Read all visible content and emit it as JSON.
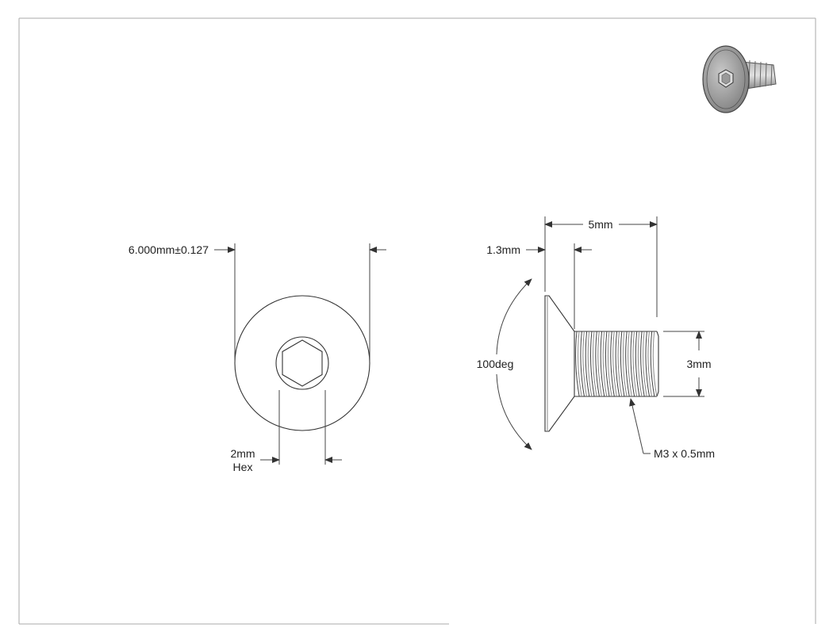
{
  "drawing": {
    "title": "",
    "front_view": {
      "outer_diameter_label": "6.000mm±0.127",
      "hex_size_label": "2mm",
      "hex_sub_label": "Hex"
    },
    "side_view": {
      "length_label": "5mm",
      "head_height_label": "1.3mm",
      "head_angle_label": "100deg",
      "thread_diameter_label": "3mm",
      "thread_spec_label": "M3 x 0.5mm"
    },
    "colors": {
      "line": "#333333",
      "text": "#222222",
      "iso_fill": "#9a9a9a",
      "frame": "#aaaaaa"
    }
  }
}
